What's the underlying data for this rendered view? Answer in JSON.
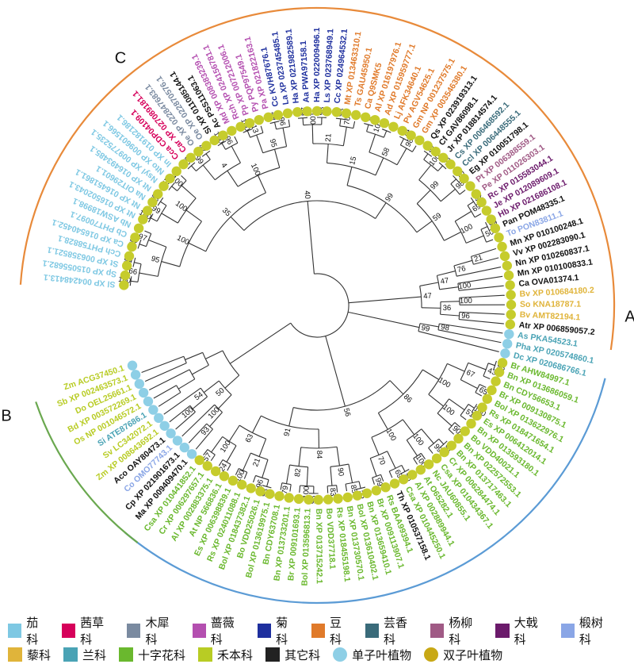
{
  "clade_labels": [
    "A",
    "B",
    "C"
  ],
  "colors": {
    "A_arc": "#e88a3a",
    "B_arc": "#5b9bd5",
    "C_arc": "#6aa84f",
    "monocot_dot": "#8ecfe6",
    "dicot_dot": "#c6cc2c",
    "branch": "#333333"
  },
  "groups": {
    "solanaceae": "#7ec8e3",
    "rubiaceae": "#d6005a",
    "oleaceae": "#7a8aa0",
    "rosaceae": "#b44fb0",
    "asteraceae": "#1e2f9e",
    "fabaceae": "#e07a2a",
    "myrtaceae": "#3a6b7a",
    "myricaceae": "#a05a85",
    "euphorbiaceae": "#6b1a6b",
    "ginkgo": "#8aa6e6",
    "amaranth": "#e0b43a",
    "orchid": "#4aa3b5",
    "brassica": "#6ab82e",
    "poaceae": "#b8cc24",
    "other": "#111111"
  },
  "leaves": [
    {
      "label": "Sl XP 004248413.1",
      "g": "solanaceae",
      "m": 0
    },
    {
      "label": "Sp XP 015055682.1",
      "g": "solanaceae",
      "m": 0
    },
    {
      "label": "St XP 006358521.1",
      "g": "solanaceae",
      "m": 0
    },
    {
      "label": "Cch PHT58828.1",
      "g": "solanaceae",
      "m": 0
    },
    {
      "label": "Ca XP 016540452.1",
      "g": "solanaceae",
      "m": 0
    },
    {
      "label": "Cb PHT70097.1",
      "g": "solanaceae",
      "m": 0
    },
    {
      "label": "Nb ASW18998.1",
      "g": "solanaceae",
      "m": 0
    },
    {
      "label": "Nt XP 016502043.1",
      "g": "solanaceae",
      "m": 0
    },
    {
      "label": "Nt XP 016451861.1",
      "g": "solanaceae",
      "m": 0
    },
    {
      "label": "Na OIT29601.1",
      "g": "solanaceae",
      "m": 0
    },
    {
      "label": "Nt XP 016493485.1",
      "g": "solanaceae",
      "m": 0
    },
    {
      "label": "Nsyl XP 009775235.1",
      "g": "solanaceae",
      "m": 0
    },
    {
      "label": "Nto XP 009601566.1",
      "g": "solanaceae",
      "m": 0
    },
    {
      "label": "In XP 019182186.1",
      "g": "solanaceae",
      "m": 0
    },
    {
      "label": "Cca CDP04109.1",
      "g": "rubiaceae",
      "m": 0
    },
    {
      "label": "Car XP 027089181.1",
      "g": "rubiaceae",
      "m": 0
    },
    {
      "label": "Oe XP 022847683.1",
      "g": "oleaceae",
      "m": 0
    },
    {
      "label": "Oe XP 022870576.1",
      "g": "oleaceae",
      "m": 0
    },
    {
      "label": "Sl XP 011085144.1",
      "g": "other",
      "m": 0
    },
    {
      "label": "Ac PSS11063.1",
      "g": "other",
      "m": 0
    },
    {
      "label": "Md XP 008383239.1",
      "g": "rosaceae",
      "m": 0
    },
    {
      "label": "Rch XP 024156781.1",
      "g": "rosaceae",
      "m": 0
    },
    {
      "label": "Pp XP 007212006.1",
      "g": "rosaceae",
      "m": 0
    },
    {
      "label": "Py PQP97549.1",
      "g": "rosaceae",
      "m": 0
    },
    {
      "label": "Pa XP 021822163.1",
      "g": "rosaceae",
      "m": 0
    },
    {
      "label": "Cc KVH87676.1",
      "g": "asteraceae",
      "m": 0
    },
    {
      "label": "La XP 023745485.1",
      "g": "asteraceae",
      "m": 0
    },
    {
      "label": "Ha XP 021982589.1",
      "g": "asteraceae",
      "m": 0
    },
    {
      "label": "Aa PWA97158.1",
      "g": "asteraceae",
      "m": 0
    },
    {
      "label": "Ha XP 022009496.1",
      "g": "asteraceae",
      "m": 0
    },
    {
      "label": "Ls XP 023768949.1",
      "g": "asteraceae",
      "m": 0
    },
    {
      "label": "Cc XP 024964532.1",
      "g": "asteraceae",
      "m": 0
    },
    {
      "label": "Mt XP 013463310.1",
      "g": "fabaceae",
      "m": 0
    },
    {
      "label": "Ts GAU45950.1",
      "g": "fabaceae",
      "m": 0
    },
    {
      "label": "Ca Q9SMK5",
      "g": "fabaceae",
      "m": 0
    },
    {
      "label": "Al XP 016197976.1",
      "g": "fabaceae",
      "m": 0
    },
    {
      "label": "Ad XP 015959777.1",
      "g": "fabaceae",
      "m": 0
    },
    {
      "label": "Lj AFK34640.1",
      "g": "fabaceae",
      "m": 0
    },
    {
      "label": "Pv AGV54625.1",
      "g": "fabaceae",
      "m": 0
    },
    {
      "label": "Gm NP 001237575.1",
      "g": "fabaceae",
      "m": 0
    },
    {
      "label": "Gm XP 003546380.1",
      "g": "fabaceae",
      "m": 0
    },
    {
      "label": "Qs XP 023919313.1",
      "g": "other",
      "m": 0
    },
    {
      "label": "Cf GAV86098.1",
      "g": "other",
      "m": 0
    },
    {
      "label": "Jr XP 018814574.1",
      "g": "other",
      "m": 0
    },
    {
      "label": "Cs XP 006468592.1",
      "g": "myrtaceae",
      "m": 0
    },
    {
      "label": "Ccl XP 006448555.1",
      "g": "myrtaceae",
      "m": 0
    },
    {
      "label": "Eg XP 010051798.1",
      "g": "other",
      "m": 0
    },
    {
      "label": "Pt XP 006388559.1",
      "g": "myricaceae",
      "m": 0
    },
    {
      "label": "Pe XP 011026303.1",
      "g": "myricaceae",
      "m": 0
    },
    {
      "label": "Rc XP 015583044.1",
      "g": "euphorbiaceae",
      "m": 0
    },
    {
      "label": "Je XP 012089609.1",
      "g": "euphorbiaceae",
      "m": 0
    },
    {
      "label": "Hb XP 021686108.1",
      "g": "euphorbiaceae",
      "m": 0
    },
    {
      "label": "Pan POM48335.1",
      "g": "other",
      "m": 0
    },
    {
      "label": "To PON83811.1",
      "g": "ginkgo",
      "m": 0
    },
    {
      "label": "Mn XP 010100248.1",
      "g": "other",
      "m": 0
    },
    {
      "label": "Vv XP 002283090.1",
      "g": "other",
      "m": 0
    },
    {
      "label": "Nn XP 010260837.1",
      "g": "other",
      "m": 0
    },
    {
      "label": "Mn XP 010100833.1",
      "g": "other",
      "m": 0
    },
    {
      "label": "Ca OVA01374.1",
      "g": "other",
      "m": 0
    },
    {
      "label": "Bv XP 010684180.2",
      "g": "amaranth",
      "m": 0
    },
    {
      "label": "So KNA18787.1",
      "g": "amaranth",
      "m": 0
    },
    {
      "label": "Bv AMT82194.1",
      "g": "amaranth",
      "m": 0
    },
    {
      "label": "Atr XP 006859057.2",
      "g": "other",
      "m": 0
    },
    {
      "label": "As PKA54523.1",
      "g": "orchid",
      "m": 1
    },
    {
      "label": "Pha XP 020574860.1",
      "g": "orchid",
      "m": 1
    },
    {
      "label": "Dc XP 020686766.1",
      "g": "orchid",
      "m": 1
    },
    {
      "label": "Br AHW84997.1",
      "g": "brassica",
      "m": 0
    },
    {
      "label": "Bn XP 013686059.1",
      "g": "brassica",
      "m": 0
    },
    {
      "label": "Bn CDY56653.1",
      "g": "brassica",
      "m": 0
    },
    {
      "label": "Br XP 009130875.1",
      "g": "brassica",
      "m": 0
    },
    {
      "label": "Bol XP 013622976.1",
      "g": "brassica",
      "m": 0
    },
    {
      "label": "Rs XP 018471654.1",
      "g": "brassica",
      "m": 0
    },
    {
      "label": "Es XP 006412014.1",
      "g": "brassica",
      "m": 0
    },
    {
      "label": "Bn XP 013593180.1",
      "g": "brassica",
      "m": 0
    },
    {
      "label": "Bo VDD40021.1",
      "g": "brassica",
      "m": 0
    },
    {
      "label": "Bn XP 022572553.1",
      "g": "brassica",
      "m": 0
    },
    {
      "label": "Bn XP 013717463.1",
      "g": "brassica",
      "m": 0
    },
    {
      "label": "Cr XP 006284474.1",
      "g": "brassica",
      "m": 0
    },
    {
      "label": "Csa XP 010434367.1",
      "g": "brassica",
      "m": 0
    },
    {
      "label": "Nc JAU60855.1",
      "g": "brassica",
      "m": 0
    },
    {
      "label": "At O65282.1",
      "g": "brassica",
      "m": 0
    },
    {
      "label": "Al XP 002889944.1",
      "g": "brassica",
      "m": 0
    },
    {
      "label": "Csa XP 010445250.1",
      "g": "brassica",
      "m": 0
    },
    {
      "label": "Th XP 010537158.1",
      "g": "other",
      "m": 0
    },
    {
      "label": "Rs BAA99394.1",
      "g": "brassica",
      "m": 0
    },
    {
      "label": "Br XP 009113907.1",
      "g": "brassica",
      "m": 0
    },
    {
      "label": "Bn XP 013659410.1",
      "g": "brassica",
      "m": 0
    },
    {
      "label": "Bol XP 013610402.1",
      "g": "brassica",
      "m": 0
    },
    {
      "label": "Bn XP 013730570.1",
      "g": "brassica",
      "m": 0
    },
    {
      "label": "Rs XP 018455198.1",
      "g": "brassica",
      "m": 0
    },
    {
      "label": "Bo VDD37718.1",
      "g": "brassica",
      "m": 0
    },
    {
      "label": "Bn XP 013715242.1",
      "g": "brassica",
      "m": 0
    },
    {
      "label": "Bol XP 013596813.1",
      "g": "brassica",
      "m": 0
    },
    {
      "label": "Br XP 009101693.1",
      "g": "brassica",
      "m": 0
    },
    {
      "label": "Bn XP 013733201.1",
      "g": "brassica",
      "m": 0
    },
    {
      "label": "Bn CDY63708.1",
      "g": "brassica",
      "m": 0
    },
    {
      "label": "Bol XP 013619975.1",
      "g": "brassica",
      "m": 0
    },
    {
      "label": "Bo VDD25026.1",
      "g": "brassica",
      "m": 0
    },
    {
      "label": "Bol XP 018437382.1",
      "g": "brassica",
      "m": 0
    },
    {
      "label": "Rs XP 024011088.1",
      "g": "brassica",
      "m": 0
    },
    {
      "label": "Es XP 006398839.1",
      "g": "brassica",
      "m": 0
    },
    {
      "label": "At NP 566836.1",
      "g": "brassica",
      "m": 0
    },
    {
      "label": "Al XP 002883375.1",
      "g": "brassica",
      "m": 0
    },
    {
      "label": "Cr XP 006297657.1",
      "g": "brassica",
      "m": 0
    },
    {
      "label": "Csa XP 010441852.1",
      "g": "brassica",
      "m": 0
    },
    {
      "label": "Ma XP 009409470.1",
      "g": "other",
      "m": 1
    },
    {
      "label": "Cp XP 021901673.1",
      "g": "other",
      "m": 1
    },
    {
      "label": "Co OMO77743.1",
      "g": "ginkgo",
      "m": 1
    },
    {
      "label": "Aco OAY80473.1",
      "g": "other",
      "m": 1
    },
    {
      "label": "Zm XP 008643692.1",
      "g": "poaceae",
      "m": 1
    },
    {
      "label": "Sv LC342072.1",
      "g": "poaceae",
      "m": 1
    },
    {
      "label": "Si ATE87686.1",
      "g": "orchid",
      "m": 1
    },
    {
      "label": "Os NP 001046572.1",
      "g": "poaceae",
      "m": 1
    },
    {
      "label": "Bd XP 003572269.1",
      "g": "poaceae",
      "m": 1
    },
    {
      "label": "Do OEL25661.1",
      "g": "poaceae",
      "m": 1
    },
    {
      "label": "Sb XP 002463573.1",
      "g": "poaceae",
      "m": 1
    },
    {
      "label": "Zm ACG37450.1",
      "g": "poaceae",
      "m": 1
    }
  ],
  "bootstrap": [
    "100",
    "99",
    "66",
    "92",
    "97",
    "95",
    "100",
    "93",
    "99",
    "57",
    "100",
    "100",
    "100",
    "95",
    "42",
    "99",
    "100",
    "96",
    "4",
    "100",
    "13",
    "49",
    "96",
    "95",
    "100",
    "35",
    "49",
    "98",
    "100",
    "93",
    "76",
    "21",
    "4",
    "2",
    "10",
    "74",
    "98",
    "58",
    "15",
    "47",
    "33",
    "100",
    "70",
    "98",
    "99",
    "42",
    "69",
    "99",
    "50",
    "100",
    "59",
    "99",
    "40",
    "21",
    "76",
    "100",
    "47",
    "100",
    "96",
    "36",
    "47",
    "98",
    "99",
    "98",
    "43",
    "65",
    "67",
    "100",
    "51",
    "90",
    "100",
    "100",
    "91",
    "99",
    "100",
    "100",
    "96",
    "69",
    "99",
    "70",
    "100",
    "86",
    "55",
    "85",
    "83",
    "90",
    "98",
    "100",
    "79",
    "82",
    "84",
    "93",
    "96",
    "100",
    "21",
    "24",
    "57",
    "100",
    "63",
    "91",
    "56",
    "93",
    "100",
    "100",
    "54",
    "50"
  ],
  "legend": [
    {
      "label": "茄科",
      "color": "#7ec8e3"
    },
    {
      "label": "茜草科",
      "color": "#d6005a"
    },
    {
      "label": "木犀科",
      "color": "#7a8aa0"
    },
    {
      "label": "蔷薇科",
      "color": "#b44fb0"
    },
    {
      "label": "菊科",
      "color": "#1e2f9e"
    },
    {
      "label": "豆科",
      "color": "#e07a2a"
    },
    {
      "label": "芸香科",
      "color": "#3a6b7a"
    },
    {
      "label": "杨柳科",
      "color": "#a05a85"
    },
    {
      "label": "大戟科",
      "color": "#6b1a6b"
    },
    {
      "label": "椴树科",
      "color": "#8aa6e6"
    },
    {
      "label": "藜科",
      "color": "#e0b43a"
    },
    {
      "label": "兰科",
      "color": "#4aa3b5"
    },
    {
      "label": "十字花科",
      "color": "#6ab82e"
    },
    {
      "label": "禾本科",
      "color": "#b8cc24"
    },
    {
      "label": "其它科",
      "color": "#222222"
    },
    {
      "label": "单子叶植物",
      "color": "#8ecfe6",
      "circle": true
    },
    {
      "label": "双子叶植物",
      "color": "#c8a815",
      "circle": true
    }
  ]
}
